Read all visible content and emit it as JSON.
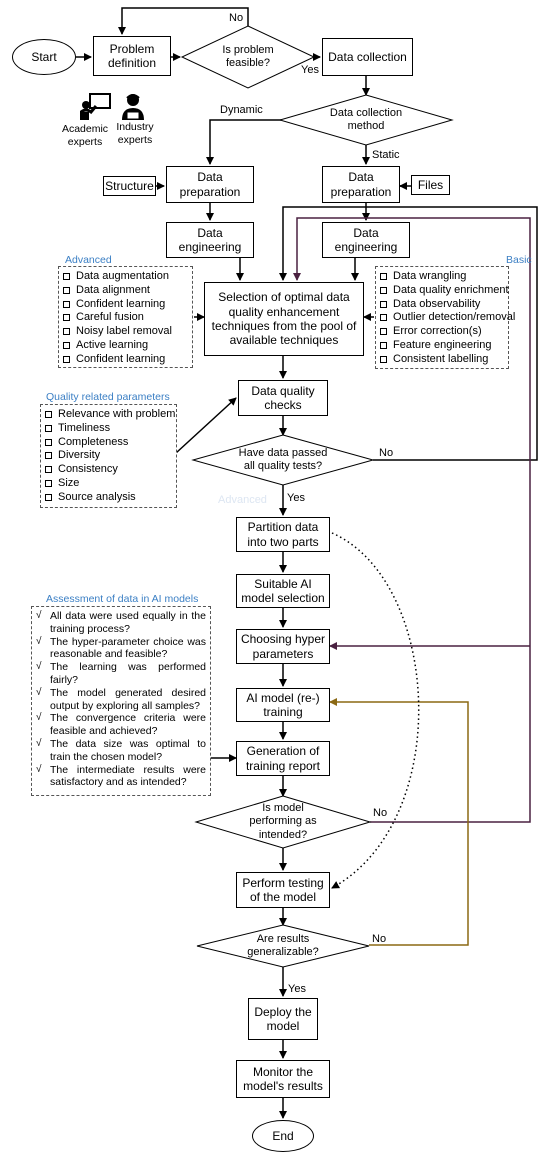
{
  "nodes": {
    "start": "Start",
    "problem_definition": "Problem\ndefinition",
    "feasible": "Is problem\nfeasible?",
    "data_collection": "Data collection",
    "collection_method": "Data collection\nmethod",
    "prep_dynamic": "Data\npreparation",
    "prep_static": "Data\npreparation",
    "eng_dynamic": "Data\nengineering",
    "eng_static": "Data\nengineering",
    "selection": "Selection of optimal data\nquality enhancement\ntechniques from the pool of\navailable techniques",
    "quality_checks": "Data quality\nchecks",
    "passed_tests": "Have data passed\nall quality tests?",
    "partition": "Partition data\ninto two parts",
    "model_selection": "Suitable AI\nmodel selection",
    "hyper": "Choosing hyper\nparameters",
    "training": "AI model (re-)\ntraining",
    "report": "Generation of\ntraining report",
    "performing": "Is model\nperforming as\nintended?",
    "testing": "Perform testing\nof the model",
    "generalizable": "Are results\ngeneralizable?",
    "deploy": "Deploy the\nmodel",
    "monitor": "Monitor the\nmodel's results",
    "end": "End",
    "structure": "Structure",
    "files": "Files"
  },
  "edge_labels": {
    "no_feasible": "No",
    "yes_feasible": "Yes",
    "dynamic": "Dynamic",
    "static": "Static",
    "no_quality": "No",
    "yes_quality": "Yes",
    "no_performing": "No",
    "no_generalizable": "No",
    "yes_generalizable": "Yes"
  },
  "experts": {
    "academic": "Academic\nexperts",
    "industry": "Industry\nexperts"
  },
  "advanced_panel": {
    "title": "Advanced",
    "items": [
      "Data augmentation",
      "Data alignment",
      "Confident learning",
      "Careful fusion",
      "Noisy label removal",
      "Active learning",
      "Confident learning"
    ]
  },
  "basic_panel": {
    "title": "Basic",
    "items": [
      "Data wrangling",
      "Data quality enrichment",
      "Data observability",
      "Outlier detection/removal",
      "Error correction(s)",
      "Feature engineering",
      "Consistent labelling"
    ]
  },
  "quality_panel": {
    "title": "Quality related parameters",
    "items": [
      "Relevance with  problem",
      "Timeliness",
      "Completeness",
      "Diversity",
      "Consistency",
      "Size",
      "Source analysis"
    ]
  },
  "assessment_panel": {
    "title": "Assessment of data in  AI models",
    "items": [
      "All data were used equally in the training process?",
      "The hyper-parameter choice was reasonable and feasible?",
      "The learning was performed fairly?",
      "The model generated desired output by exploring all samples?",
      "The convergence criteria were feasible and achieved?",
      "The data size was optimal to train the chosen model?",
      "The intermediate results were satisfactory and as intended?"
    ]
  },
  "ghost_text": {
    "advanced_faint": "Advanced"
  },
  "colors": {
    "line": "#000000",
    "feedback_purple": "#4a2040",
    "feedback_brown": "#8b6914",
    "panel_title": "#3b7fc4"
  }
}
